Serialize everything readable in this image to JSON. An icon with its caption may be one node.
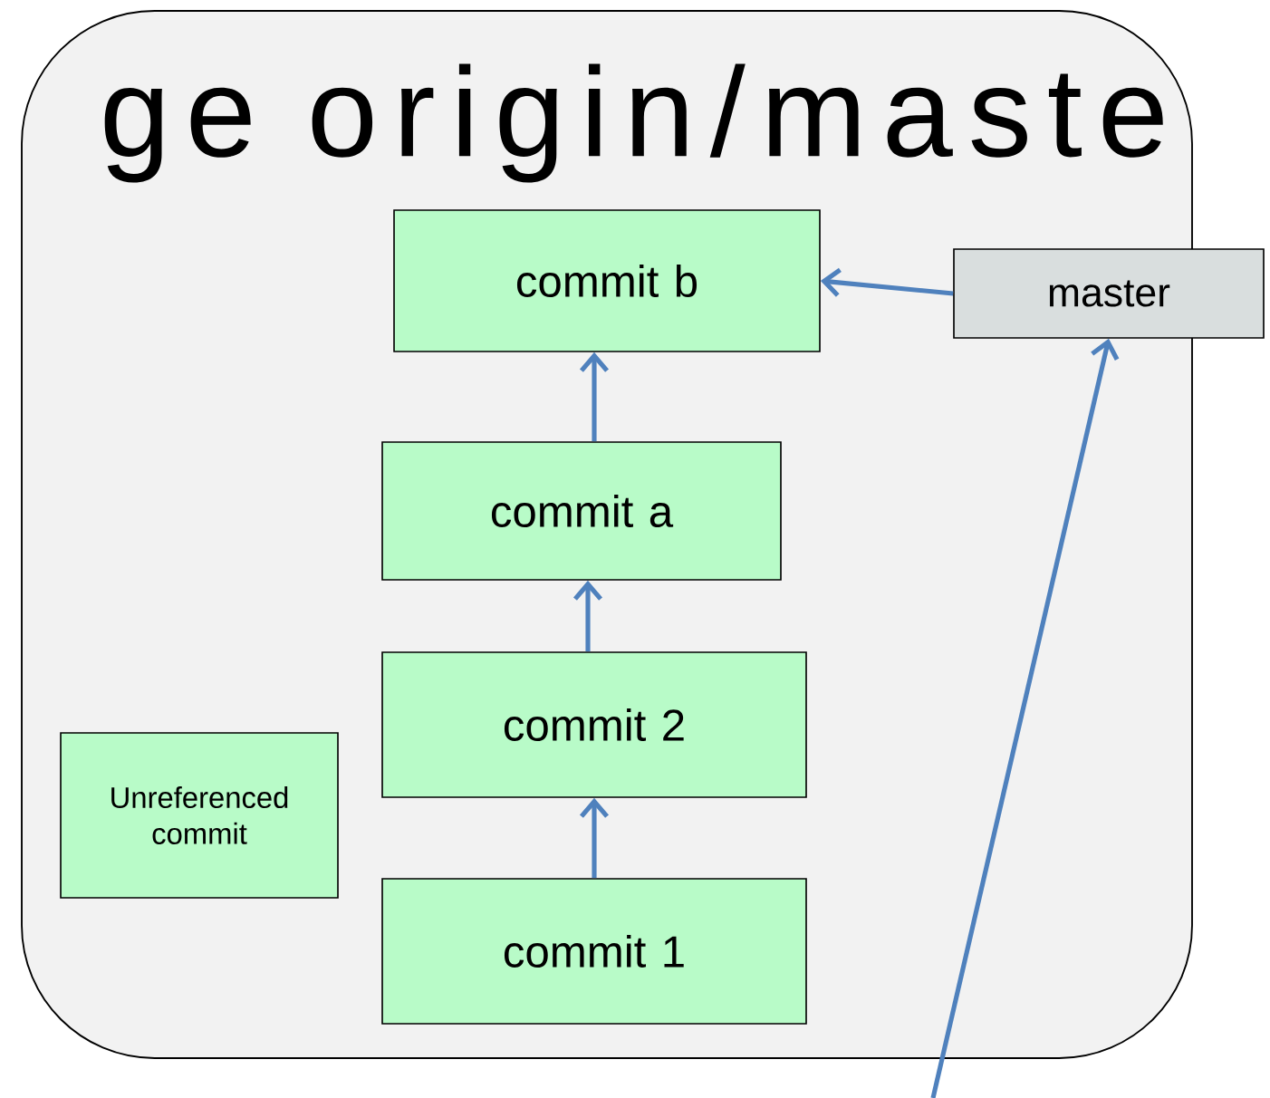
{
  "diagram": {
    "nodes": [
      {
        "text": [
          "ge origin/maste"
        ]
      },
      {
        "text": [
          "commit b"
        ],
        "in": 0
      },
      {
        "text": [
          "commit a"
        ],
        "in": 0
      },
      {
        "text": [
          "commit 2"
        ],
        "in": 0
      },
      {
        "text": [
          "Unreferenced commit"
        ],
        "in": 0
      },
      {
        "text": [
          "commit 1"
        ],
        "in": 0
      },
      {
        "text": [
          "master"
        ]
      }
    ],
    "edges": [
      {
        "from": 6,
        "to": 1,
        "arrow": "to"
      },
      {
        "from": 2,
        "to": 1,
        "arrow": "to"
      },
      {
        "from": 3,
        "to": 2,
        "arrow": "to"
      },
      {
        "from": 5,
        "to": 3,
        "arrow": "to"
      },
      {
        "from": null,
        "to": 6,
        "arrow": "to"
      }
    ]
  }
}
